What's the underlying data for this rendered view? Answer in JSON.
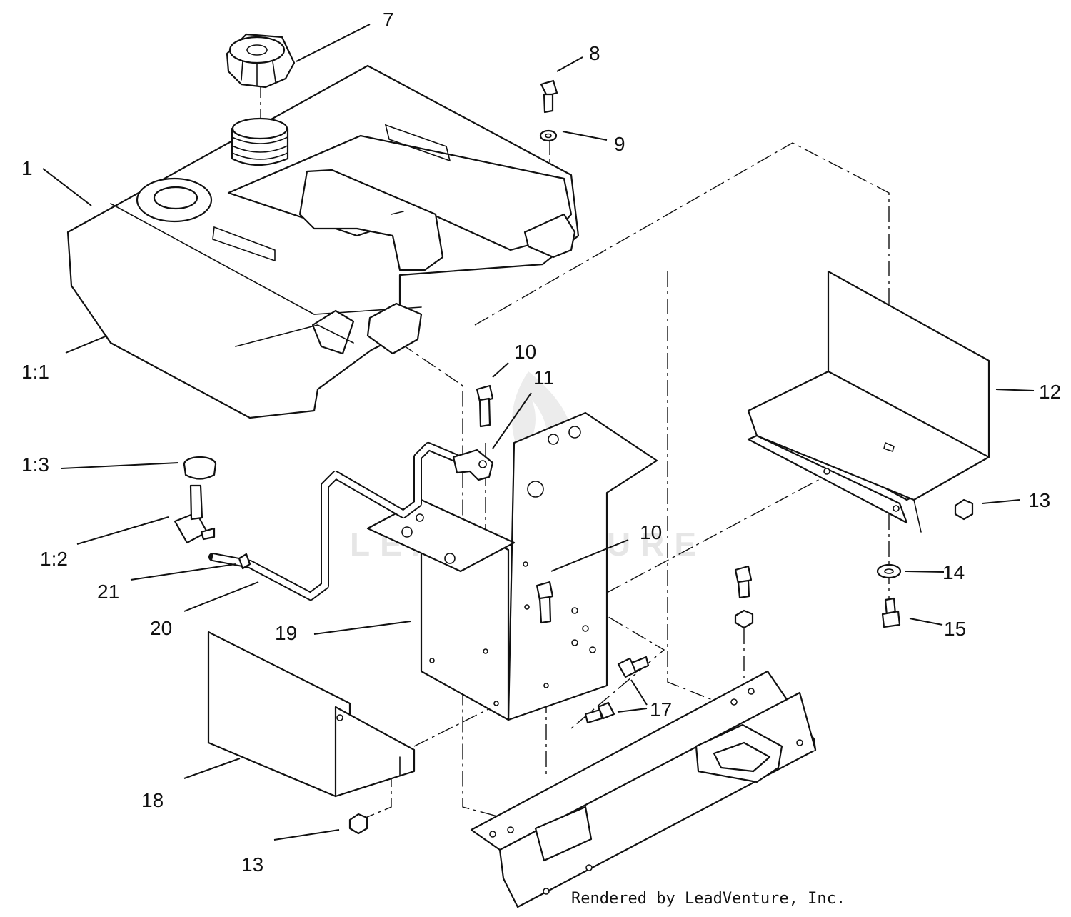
{
  "watermark": "LEADVENTURE",
  "credit": "Rendered by LeadVenture, Inc.",
  "callouts": {
    "c1": "1",
    "c1_1": "1:1",
    "c1_2": "1:2",
    "c1_3": "1:3",
    "c7": "7",
    "c8": "8",
    "c9": "9",
    "c10a": "10",
    "c10b": "10",
    "c11": "11",
    "c12": "12",
    "c13a": "13",
    "c13b": "13",
    "c14": "14",
    "c15": "15",
    "c17": "17",
    "c18": "18",
    "c19": "19",
    "c20": "20",
    "c21": "21"
  }
}
